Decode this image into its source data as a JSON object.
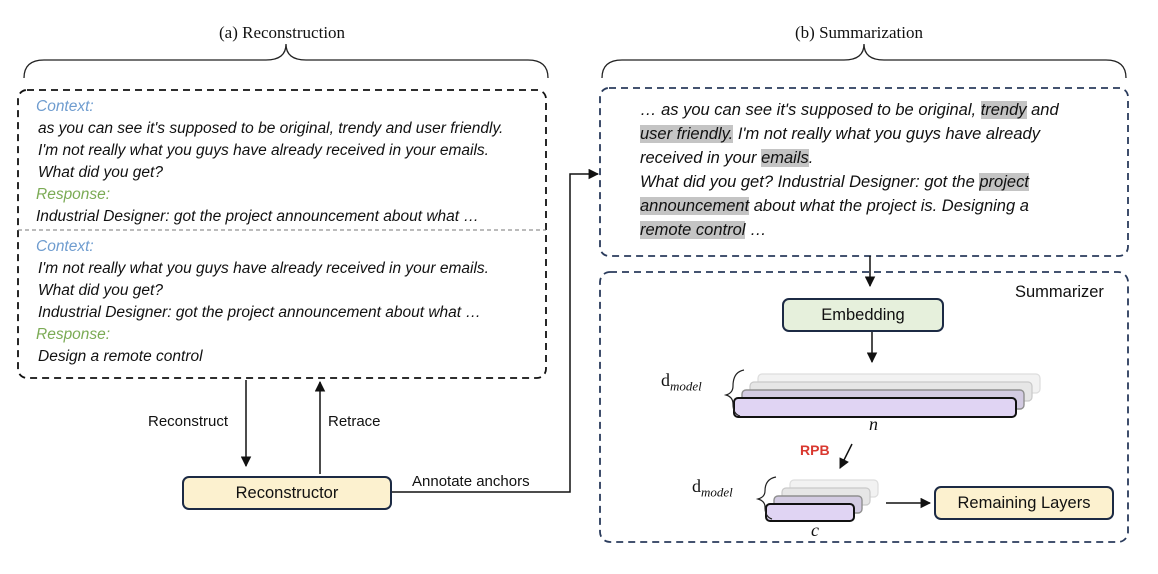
{
  "reconstruction": {
    "title": "(a) Reconstruction",
    "sample1": {
      "context_label": "Context:",
      "context_lines": [
        "as you can see it's supposed to be original, trendy and user friendly.",
        "I'm not really what you guys have already received in your emails.",
        "What did you get?"
      ],
      "response_label": "Response:",
      "response_text": "Industrial Designer: got the project announcement about what …"
    },
    "sample2": {
      "context_label": "Context:",
      "context_lines": [
        "I'm not really what you guys have already received in your emails.",
        "What did you get?",
        "Industrial Designer: got the project announcement about what …"
      ],
      "response_label": "Response:",
      "response_text": "Design a remote control"
    },
    "reconstruct_label": "Reconstruct",
    "retrace_label": "Retrace",
    "reconstructor_label": "Reconstructor",
    "annotate_label": "Annotate anchors"
  },
  "summarization": {
    "title": "(b) Summarization",
    "text": {
      "l1a": "… as you can see it's supposed to be original, ",
      "l1h": "trendy",
      "l1b": " and",
      "l2h": "user friendly.",
      "l2b": " I'm not really what you guys have already",
      "l3a": "received in your ",
      "l3h": "emails",
      "l3b": ".",
      "l4a": "What did you get? Industrial Designer: got the ",
      "l4h": "project",
      "l5h": "announcement",
      "l5b": " about what the project is. Designing a",
      "l6h": "remote control",
      "l6b": " …"
    },
    "summarizer_label": "Summarizer",
    "embedding_label": "Embedding",
    "dmodel_base": "d",
    "dmodel_sub": "model",
    "n_label": "n",
    "rpb_label": "RPB",
    "c_label": "c",
    "remaining_label": "Remaining Layers"
  },
  "colors": {
    "context": "#6e9ccf",
    "response": "#7bab55",
    "highlight": "#c4c4c4",
    "box_fill_yellow": "#fcf1cf",
    "box_fill_green": "#e6f0dc",
    "layer_purple": "#e0d4f3",
    "rpb_red": "#d9382f",
    "dash_navy": "#2a3b5c"
  }
}
